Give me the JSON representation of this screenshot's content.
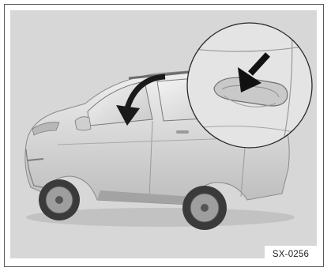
{
  "figure": {
    "code": "SX-0256",
    "colors": {
      "background": "#d7d7d7",
      "frame": "#5a5a5a",
      "arrow": "#1a1a1a",
      "car_body": "#e2e2e2"
    },
    "icons": [
      "car-illustration",
      "curved-arrow-icon",
      "magnifier-inset",
      "pointer-arrow-icon",
      "door-handle"
    ]
  }
}
